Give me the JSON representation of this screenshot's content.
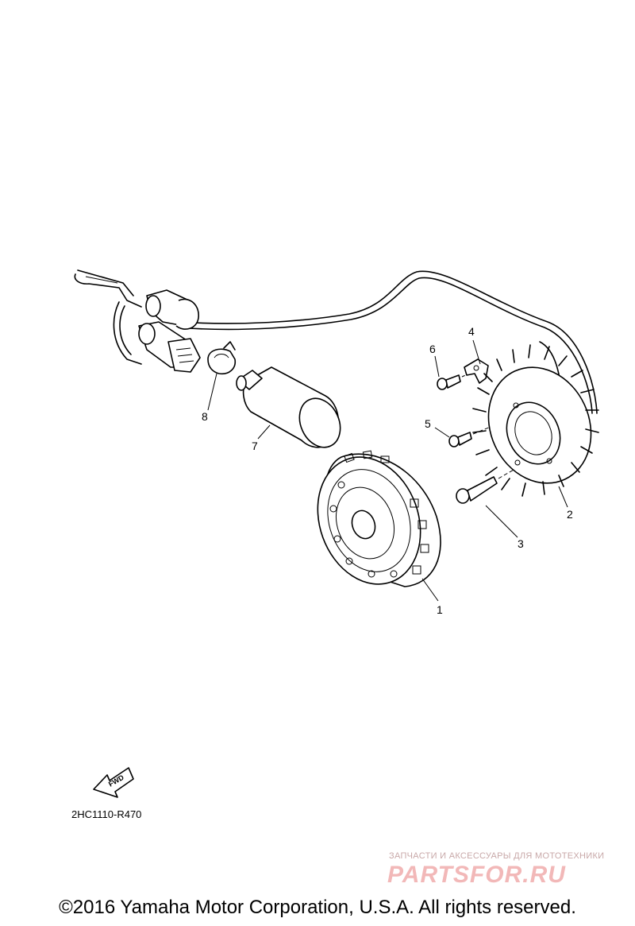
{
  "callouts": {
    "c1": "1",
    "c2": "2",
    "c3": "3",
    "c4": "4",
    "c5": "5",
    "c6": "6",
    "c7": "7",
    "c8": "8"
  },
  "fwd_label": "FWD",
  "diagram_code": "2HC1110-R470",
  "watermark": {
    "tagline": "ЗАПЧАСТИ И АКСЕССУАРЫ ДЛЯ МОТОТЕХНИКИ",
    "logo": "PARTSFOR.RU"
  },
  "copyright": "©2016 Yamaha Motor Corporation, U.S.A. All rights reserved."
}
